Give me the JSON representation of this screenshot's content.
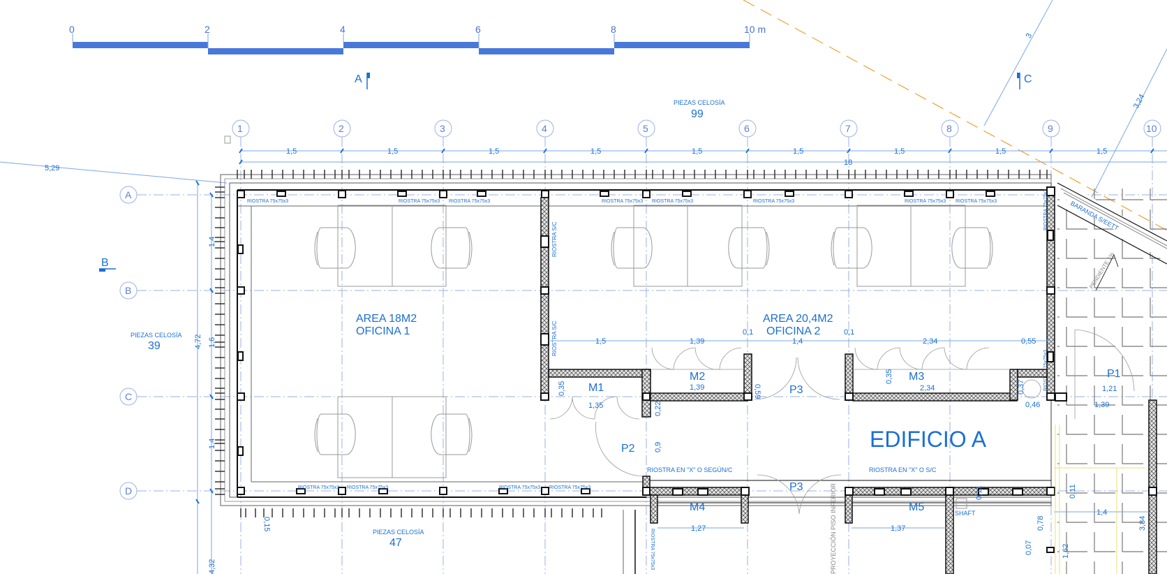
{
  "scale_bar": {
    "labels": [
      "0",
      "2",
      "4",
      "6",
      "8",
      "10 m"
    ],
    "color": "#4878da"
  },
  "section_marks": {
    "a": "A",
    "b": "B",
    "c": "C"
  },
  "grid": {
    "columns": [
      "1",
      "2",
      "3",
      "4",
      "5",
      "6",
      "7",
      "8",
      "9",
      "10"
    ],
    "rows": [
      "A",
      "B",
      "C",
      "D"
    ]
  },
  "dimensions": {
    "top_spans": [
      "1,5",
      "1,5",
      "1,5",
      "1,5",
      "1,5",
      "1,5",
      "1,5",
      "1,5",
      "1,5"
    ],
    "overall": "18",
    "left_diag": "5,29",
    "right_diag_1": "3",
    "right_diag_2": "3,24",
    "left_total": "4,72",
    "left_ab": "1,4",
    "left_bc": "1,6",
    "left_cd": "1,4",
    "left_bottom": "4,32",
    "bottom_offset": "0,15",
    "o2_row": [
      "1,5",
      "1,39",
      "0,1",
      "1,4",
      "0,1",
      "2,34",
      "0,55"
    ],
    "m1_depth": "0,35",
    "m1_width": "1,35",
    "m2_width": "1,39",
    "m2_depth": "0,59",
    "p2_a": "0,22",
    "p2_b": "0,9",
    "m3_depth": "0,35",
    "m3_width": "2,34",
    "m3_side": "0,37",
    "m3_bottom": "0,46",
    "p1_width": "1,21",
    "p1_bottom": "1,39",
    "m4_width": "1,27",
    "m5_width": "1,37",
    "shaft_a": "0,11",
    "shaft_b": "0,11",
    "right_1_4": "1,4",
    "r_078": "0,78",
    "r_007": "0,07",
    "r_162": "1,62",
    "r_384": "3,84"
  },
  "labels": {
    "celosia_top_title": "PIEZAS CELOSÍA",
    "celosia_top_count": "99",
    "celosia_left_title": "PIEZAS CELOSÍA",
    "celosia_left_count": "39",
    "celosia_bottom_title": "PIEZAS CELOSÍA",
    "celosia_bottom_count": "47",
    "riostra": "RIOSTRA 75x75x3",
    "riostra_sc": "RIOSTRA S/C",
    "riostra_x_segun": "RIOSTRA EN \"X\" O SEGÚN/C",
    "riostra_x_sc": "RIOSTRA EN \"X\" O S/C",
    "baranda": "BARANDA S/EETT",
    "pendiente": "PENDIENTE 1%",
    "shaft": "SHAFT",
    "proyeccion": "PROYECCIÓN PISO INFERIOR",
    "edificio": "EDIFICIO A"
  },
  "rooms": {
    "oficina1_area": "AREA 18M2",
    "oficina1_name": "OFICINA 1",
    "oficina2_area": "AREA 20,4M2",
    "oficina2_name": "OFICINA 2",
    "m1": "M1",
    "m2": "M2",
    "m3": "M3",
    "m4": "M4",
    "m5": "M5",
    "p1": "P1",
    "p2": "P2",
    "p3a": "P3",
    "p3b": "P3"
  },
  "colors": {
    "annotation": "#1a6fd6",
    "grid": "#9ab2e6",
    "wall": "#111111",
    "property_line": "#f0a030"
  }
}
